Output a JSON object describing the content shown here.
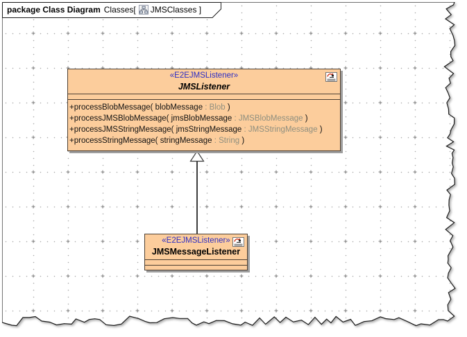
{
  "header": {
    "kind": "package Class Diagram",
    "context": "Classes[",
    "diagram_name": "JMSClasses ]"
  },
  "classes": {
    "jms_listener": {
      "stereotype": "«E2EJMSListener»",
      "name": "JMSListener",
      "operations": [
        {
          "pre": "+processBlobMessage( blobMessage",
          "type": " : Blob",
          "post": " )"
        },
        {
          "pre": "+processJMSBlobMessage( jmsBlobMessage",
          "type": " : JMSBlobMessage",
          "post": " )"
        },
        {
          "pre": "+processJMSStringMessage( jmsStringMessage",
          "type": " : JMSStringMessage",
          "post": " )"
        },
        {
          "pre": "+processStringMessage( stringMessage",
          "type": " : String",
          "post": " )"
        }
      ]
    },
    "jms_message_listener": {
      "stereotype": "«E2EJMSListener»",
      "name": "JMSMessageListener"
    }
  },
  "relationship": {
    "type": "generalization",
    "from": "JMSMessageListener",
    "to": "JMSListener"
  },
  "colors": {
    "class_fill": "#FCCD9C",
    "class_border": "#4C3F33",
    "stereotype_text": "#2D2DC4",
    "type_text": "#8F8F7F",
    "element_shadow": "#9E9E9E",
    "grid_dot": "#A9A9A9"
  }
}
